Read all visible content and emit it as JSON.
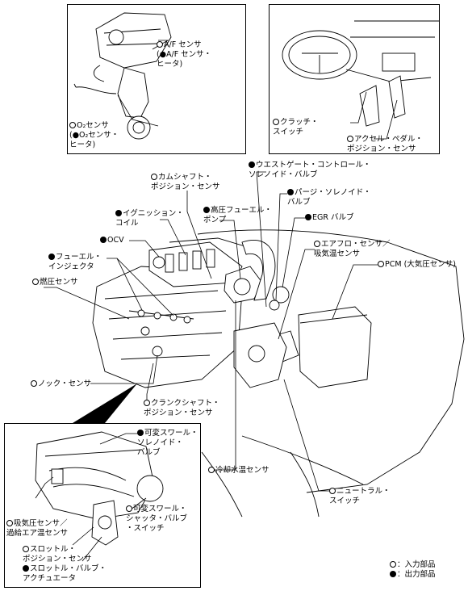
{
  "colors": {
    "line": "#000000",
    "background": "#ffffff"
  },
  "legend": {
    "input_label": "：入力部品",
    "output_label": "：出力部品"
  },
  "top_left_inset": {
    "af_sensor": {
      "line1": "A/F センサ",
      "line2": "(●A/F センサ・",
      "line3": "ヒータ)"
    },
    "o2_sensor": {
      "line1": "O₂センサ",
      "line2": "(●O₂センサ・",
      "line3": "ヒータ)"
    }
  },
  "top_right_inset": {
    "clutch_switch": {
      "line1": "クラッチ・",
      "line2": "スイッチ"
    },
    "accel_pedal_sensor": {
      "line1": "アクセル・ペダル・",
      "line2": "ポジション・センサ"
    }
  },
  "main": {
    "camshaft_sensor": {
      "line1": "カムシャフト・",
      "line2": "ポジション・センサ"
    },
    "wastegate_valve": {
      "line1": "ウエストゲート・コントロール・",
      "line2": "ソレノイド・バルブ"
    },
    "purge_valve": {
      "line1": "パージ・ソレノイド・",
      "line2": "バルブ"
    },
    "ignition_coil": {
      "line1": "イグニッション・",
      "line2": "コイル"
    },
    "hp_fuel_pump": {
      "line1": "高圧フューエル・",
      "line2": "ポンプ"
    },
    "egr_valve": {
      "line1": "EGR バルブ"
    },
    "ocv": {
      "line1": "OCV"
    },
    "fuel_injector": {
      "line1": "フューエル・",
      "line2": "インジェクタ"
    },
    "airflow_sensor": {
      "line1": "エアフロ・センサ／",
      "line2": "吸気温センサ"
    },
    "pcm": {
      "line1": "PCM (大気圧センサ)"
    },
    "fuel_pressure_sensor": {
      "line1": "燃圧センサ"
    },
    "knock_sensor": {
      "line1": "ノック・センサ"
    },
    "crankshaft_sensor": {
      "line1": "クランクシャフト・",
      "line2": "ポジション・センサ"
    },
    "coolant_temp_sensor": {
      "line1": "冷却水温センサ"
    },
    "neutral_switch": {
      "line1": "ニュートラル・",
      "line2": "スイッチ"
    }
  },
  "bottom_left_inset": {
    "swirl_solenoid": {
      "line1": "可変スワール・",
      "line2": "ソレノイド・",
      "line3": "バルブ"
    },
    "swirl_shutter_switch": {
      "line1": "可変スワール・",
      "line2": "シャッタ・バルブ",
      "line3": "・スイッチ"
    },
    "map_sensor": {
      "line1": "吸気圧センサ／",
      "line2": "過給エア温センサ"
    },
    "throttle_sensor": {
      "line1": "スロットル・",
      "line2": "ポジション・センサ"
    },
    "throttle_actuator": {
      "line1": "スロットル・バルブ・",
      "line2": "アクチュエータ"
    }
  }
}
